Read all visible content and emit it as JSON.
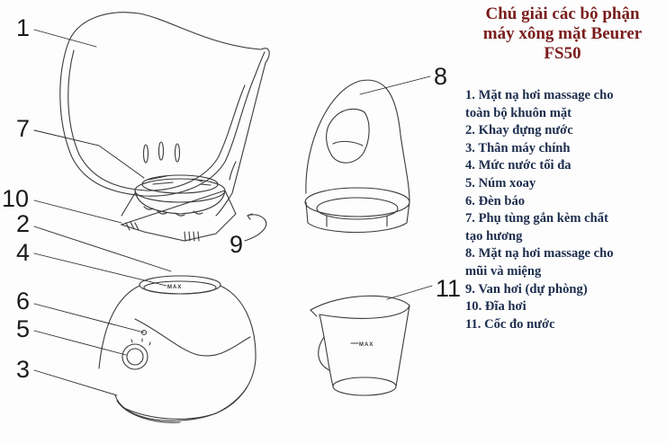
{
  "title": {
    "line1": "Chú giải các bộ phận",
    "line2": "máy xông mặt Beurer",
    "line3": "FS50",
    "color": "#7a1c1c"
  },
  "legend": {
    "color": "#1c2d4d",
    "items": [
      {
        "line1": "1. Mặt nạ hơi massage cho",
        "line2": "toàn bộ khuôn mặt"
      },
      {
        "line1": "2. Khay đựng nước"
      },
      {
        "line1": "3. Thân máy chính"
      },
      {
        "line1": "4. Mức nước tối đa"
      },
      {
        "line1": "5. Núm xoay"
      },
      {
        "line1": "6.  Đèn báo"
      },
      {
        "line1": "7. Phụ tùng gắn kèm chất",
        "line2": "tạo hương"
      },
      {
        "line1": "8. Mặt nạ hơi massage cho",
        "line2": "mũi và miệng"
      },
      {
        "line1": "9. Van hơi (dự phòng)"
      },
      {
        "line1": "10. Đĩa hơi"
      },
      {
        "line1": "11. Cốc đo nước"
      }
    ]
  },
  "diagram": {
    "callouts": [
      "1",
      "7",
      "10",
      "2",
      "4",
      "6",
      "5",
      "3",
      "9",
      "8",
      "11"
    ],
    "max_label_base": "MAX",
    "max_label_cup": "MAX"
  }
}
